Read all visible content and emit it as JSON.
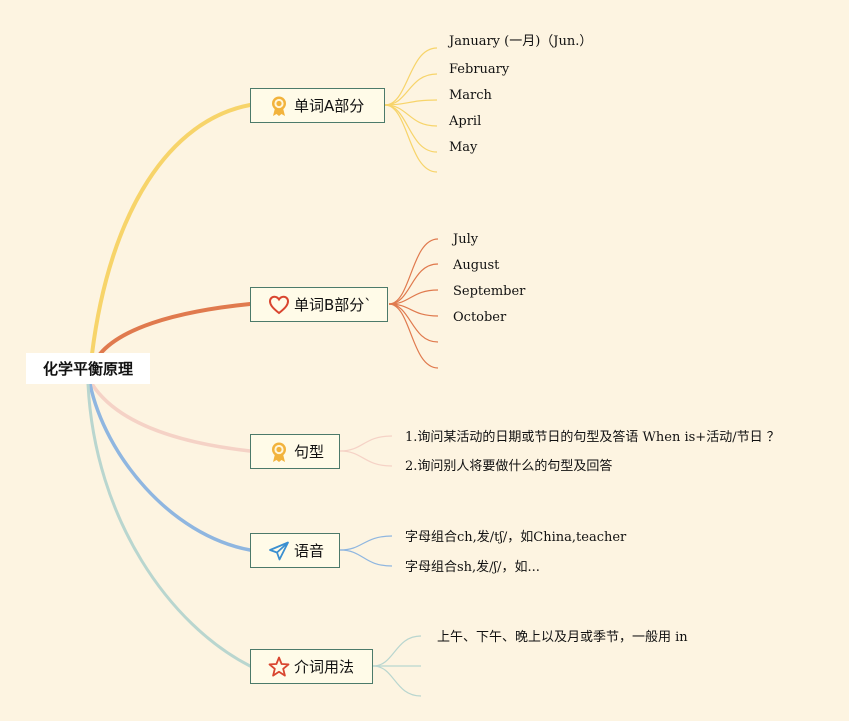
{
  "root": {
    "label": "化学平衡原理"
  },
  "branches": [
    {
      "label": "单词A部分",
      "icon": "ribbon-medal-icon",
      "color": "#f7d46a",
      "items": [
        "January (一月)（Jun.）",
        "February",
        "March",
        "April",
        "May"
      ]
    },
    {
      "label": "单词B部分`",
      "icon": "heart-icon",
      "color": "#e07a4e",
      "items": [
        "July",
        "August",
        "September",
        "October",
        "",
        ""
      ]
    },
    {
      "label": "句型",
      "icon": "ribbon-medal-icon",
      "color": "#f5d2c6",
      "items": [
        "1.询问某活动的日期或节日的句型及答语 When is+活动/节日 ？",
        "2.询问别人将要做什么的句型及回答"
      ]
    },
    {
      "label": "语音",
      "icon": "paper-plane-icon",
      "color": "#8fb6e0",
      "items": [
        "字母组合ch,发/tʃ/，如China,teacher",
        "字母组合sh,发/ʃ/，如..."
      ]
    },
    {
      "label": "介词用法",
      "icon": "star-icon",
      "color": "#b9d6cf",
      "items": [
        "上午、下午、晚上以及月或季节，一般用 in",
        "",
        ""
      ]
    }
  ]
}
